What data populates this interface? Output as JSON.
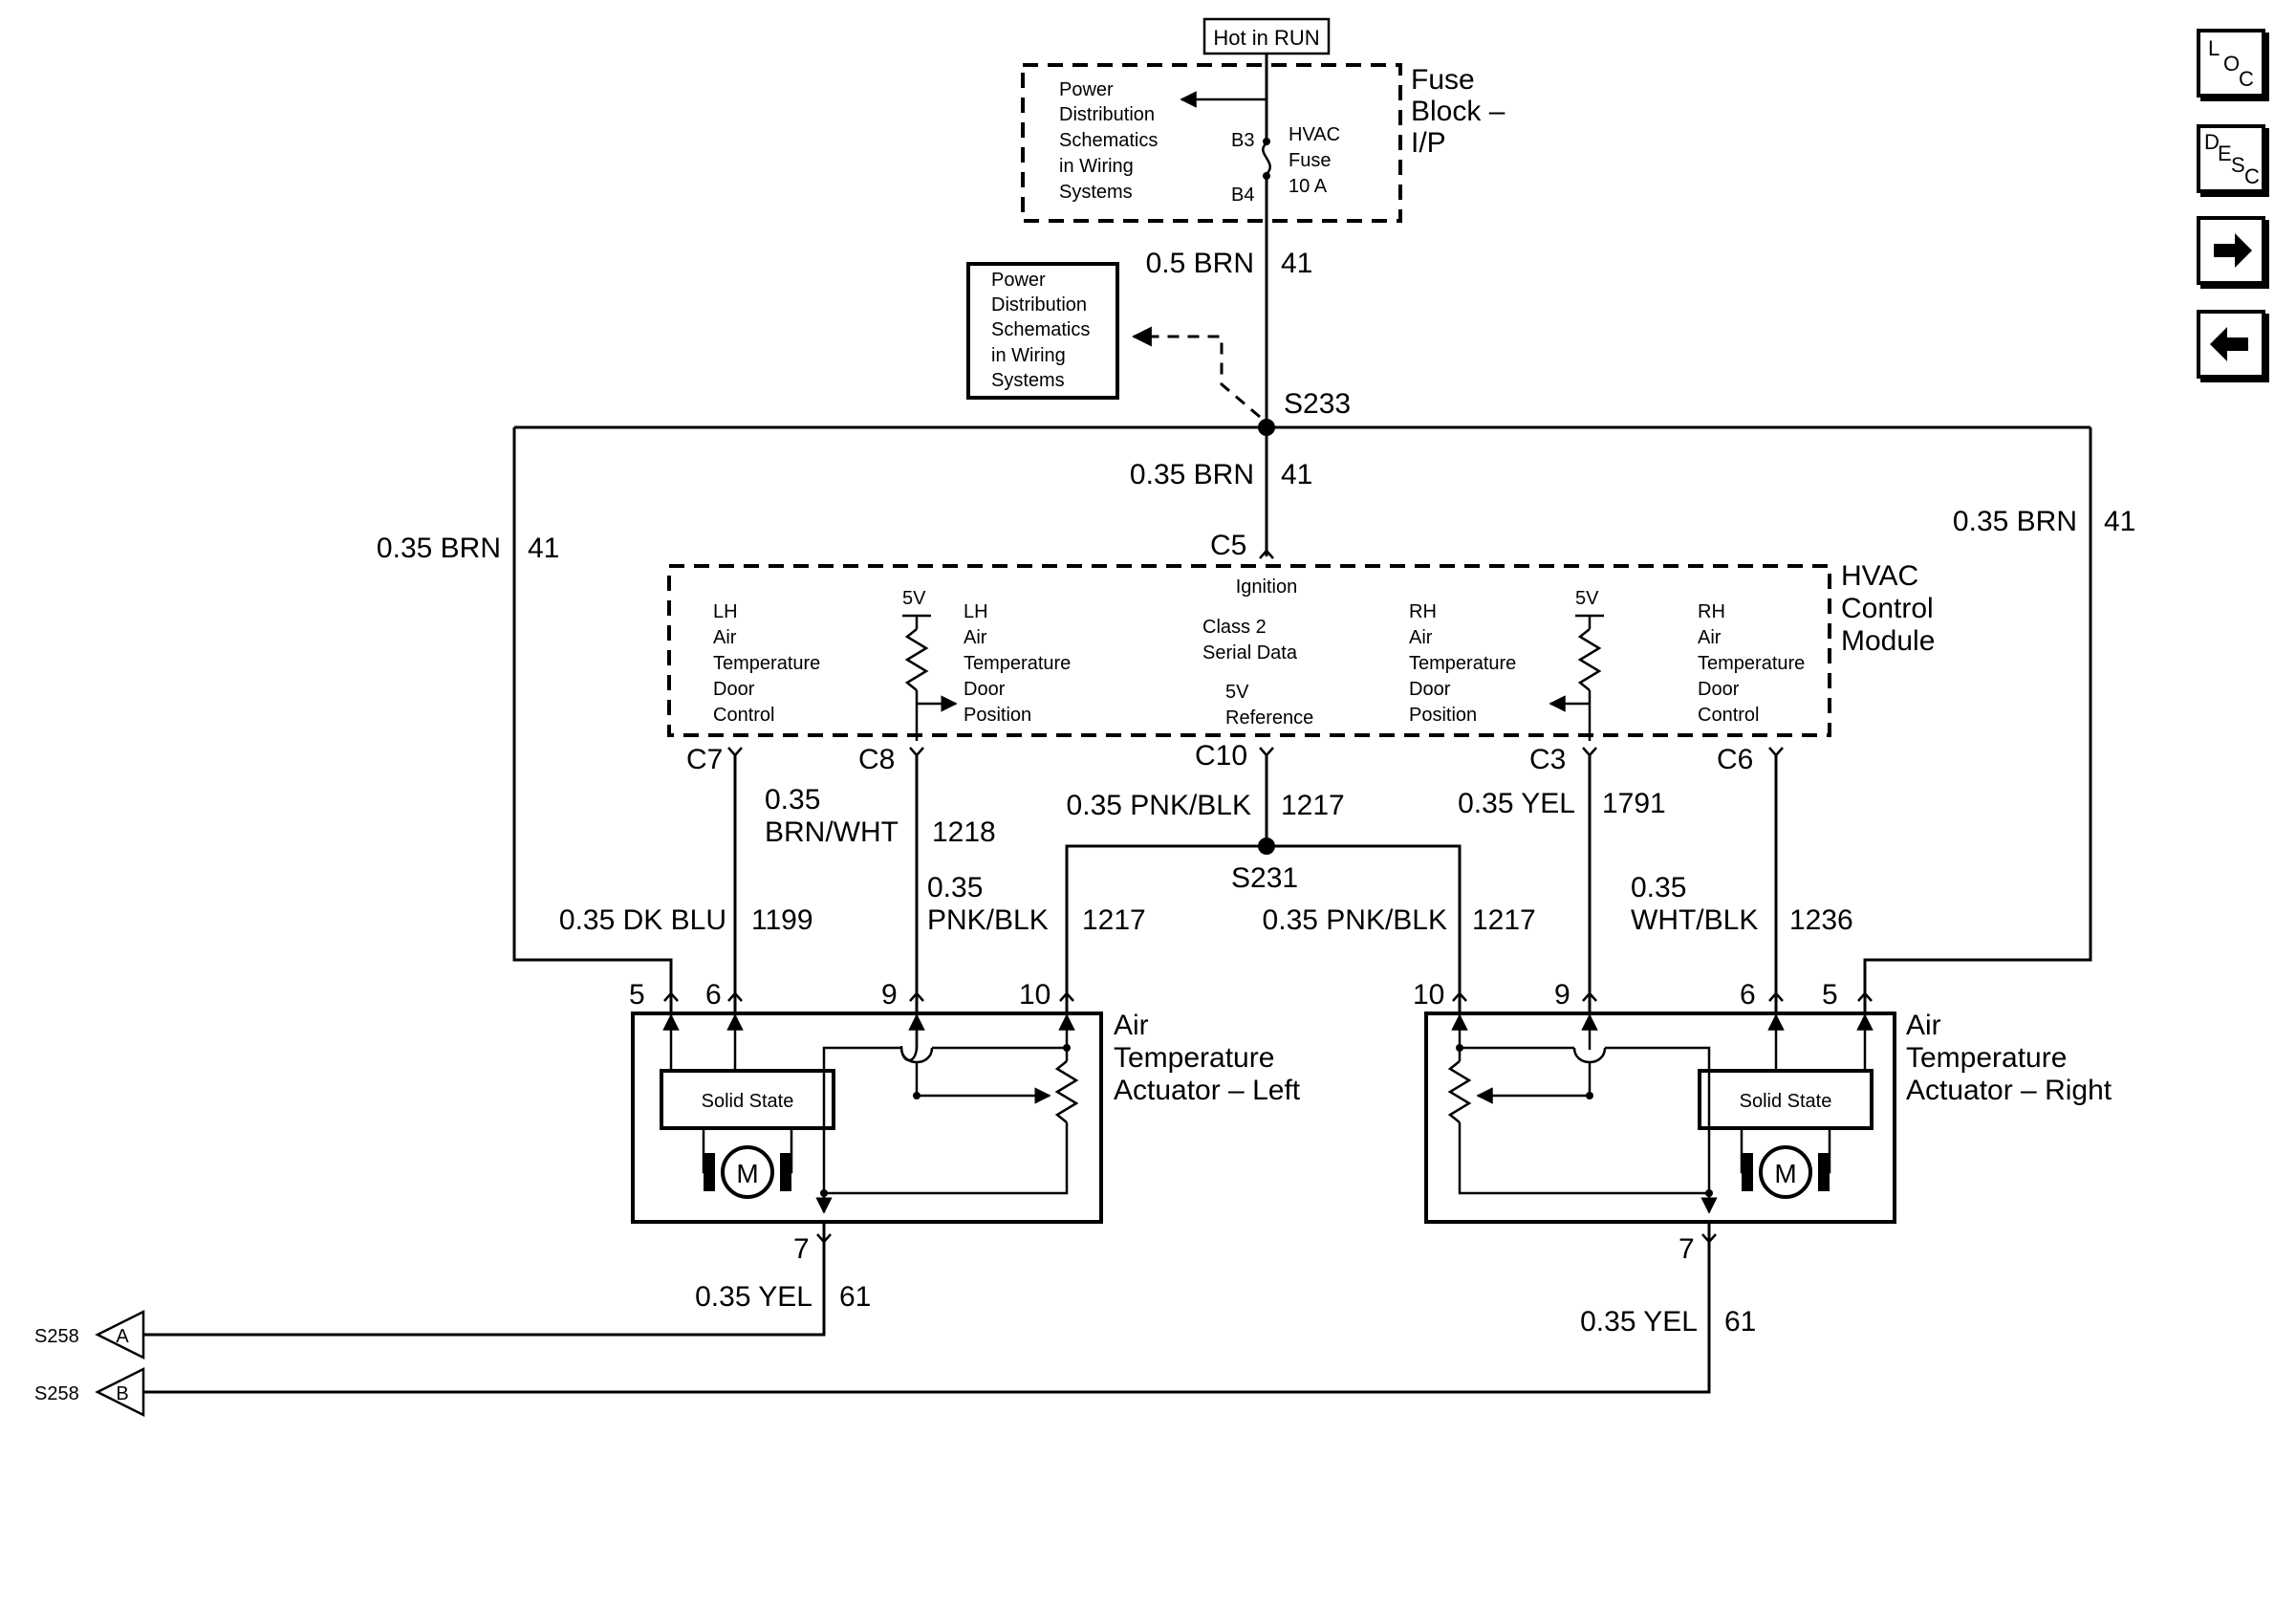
{
  "nav": {
    "loc": {
      "l1": "L",
      "l2": "O",
      "l3": "C"
    },
    "desc": {
      "l1": "D",
      "l2": "E",
      "l3": "S",
      "l4": "C"
    },
    "next_icon": "right-arrow-icon",
    "prev_icon": "left-arrow-icon"
  },
  "power": {
    "hot_in_run": "Hot in RUN",
    "fuse_block": [
      "Fuse",
      "Block –",
      "I/P"
    ],
    "pds_ref1": [
      "Power",
      "Distribution",
      "Schematics",
      "in Wiring",
      "Systems"
    ],
    "pds_ref2": [
      "Power",
      "Distribution",
      "Schematics",
      "in Wiring",
      "Systems"
    ],
    "b3": "B3",
    "b4": "B4",
    "fuse": [
      "HVAC",
      "Fuse",
      "10 A"
    ],
    "w_fuse_out": {
      "wire": "0.5 BRN",
      "circuit": "41"
    },
    "splice_s233": "S233"
  },
  "wires": {
    "to_c5": {
      "wire": "0.35 BRN",
      "circuit": "41"
    },
    "left_feed": {
      "wire": "0.35 BRN",
      "circuit": "41"
    },
    "right_feed": {
      "wire": "0.35 BRN",
      "circuit": "41"
    },
    "c8": {
      "wire1": "0.35",
      "wire2": "BRN/WHT",
      "circuit": "1218"
    },
    "c10": {
      "wire": "0.35 PNK/BLK",
      "circuit": "1217"
    },
    "c3": {
      "wire": "0.35 YEL",
      "circuit": "1791"
    },
    "left_dkblu": {
      "wire": "0.35 DK BLU",
      "circuit": "1199"
    },
    "left_pnkblk": {
      "wire1": "0.35",
      "wire2": "PNK/BLK",
      "circuit": "1217"
    },
    "right_pnkblk": {
      "wire": "0.35 PNK/BLK",
      "circuit": "1217"
    },
    "right_whtblk": {
      "wire1": "0.35",
      "wire2": "WHT/BLK",
      "circuit": "1236"
    },
    "splice_s231": "S231",
    "left_gnd": {
      "wire": "0.35 YEL",
      "circuit": "61"
    },
    "right_gnd": {
      "wire": "0.35 YEL",
      "circuit": "61"
    }
  },
  "hvac": {
    "title": [
      "HVAC",
      "Control",
      "Module"
    ],
    "c5": "C5",
    "ignition": "Ignition",
    "lh_control": [
      "LH",
      "Air",
      "Temperature",
      "Door",
      "Control"
    ],
    "lh_position": [
      "LH",
      "Air",
      "Temperature",
      "Door",
      "Position"
    ],
    "class2": [
      "Class 2",
      "Serial Data"
    ],
    "five_v_ref": [
      "5V",
      "Reference"
    ],
    "rh_position": [
      "RH",
      "Air",
      "Temperature",
      "Door",
      "Position"
    ],
    "rh_control": [
      "RH",
      "Air",
      "Temperature",
      "Door",
      "Control"
    ],
    "five_v_left": "5V",
    "five_v_right": "5V",
    "pins": {
      "c7": "C7",
      "c8": "C8",
      "c10": "C10",
      "c3": "C3",
      "c6": "C6"
    }
  },
  "actuator_left": {
    "title": [
      "Air",
      "Temperature",
      "Actuator – Left"
    ],
    "pins": {
      "p5": "5",
      "p6": "6",
      "p9": "9",
      "p10": "10",
      "p7": "7"
    },
    "solid_state": "Solid State",
    "motor": "M"
  },
  "actuator_right": {
    "title": [
      "Air",
      "Temperature",
      "Actuator – Right"
    ],
    "pins": {
      "p10": "10",
      "p9": "9",
      "p6": "6",
      "p5": "5",
      "p7": "7"
    },
    "solid_state": "Solid State",
    "motor": "M"
  },
  "grounds": {
    "a": {
      "splice": "S258",
      "letter": "A"
    },
    "b": {
      "splice": "S258",
      "letter": "B"
    }
  }
}
